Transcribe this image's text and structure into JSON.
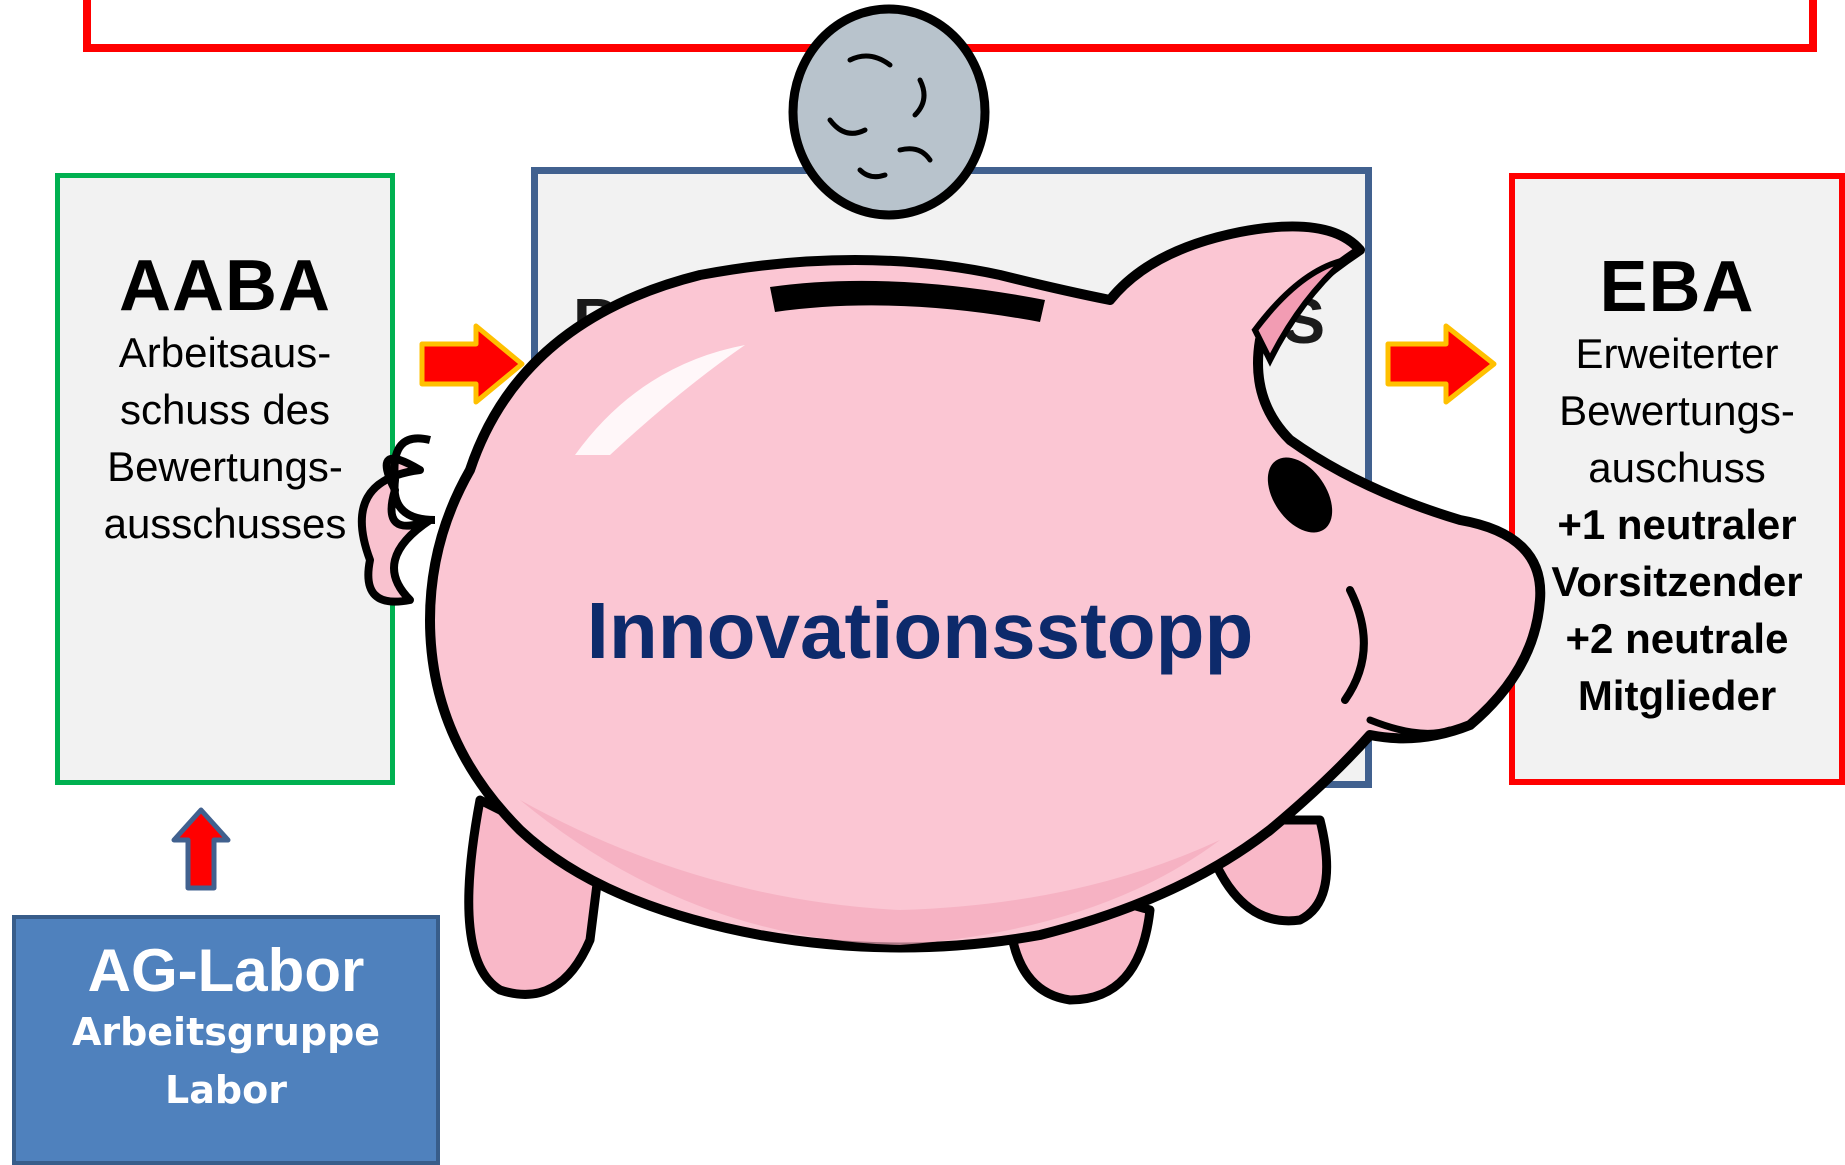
{
  "boxes": {
    "aaba": {
      "title": "AABA",
      "lines": [
        "Arbeitsaus-",
        "schuss des",
        "Bewertungs-",
        "ausschusses"
      ]
    },
    "middle": {
      "visible_left": "B",
      "visible_right": "S"
    },
    "eba": {
      "title": "EBA",
      "lines": [
        "Erweiterter",
        "Bewertungs-",
        "auschuss"
      ],
      "bold_lines": [
        "+1 neutraler",
        "Vorsitzender",
        "+2 neutrale",
        "Mitglieder"
      ]
    },
    "ag_labor": {
      "title": "AG-Labor",
      "lines": [
        "Arbeitsgruppe",
        "Labor"
      ]
    }
  },
  "overlay": {
    "label": "Innovationsstopp",
    "icons": [
      "coin-icon",
      "piggy-bank-icon"
    ]
  },
  "colors": {
    "aaba_border": "#00b050",
    "eba_border": "#ff0000",
    "middle_border": "#41618f",
    "banner_border": "#ff0000",
    "ag_fill": "#4f81bd",
    "arrow_fill": "#ff0000",
    "arrow_outline": "#ffc000",
    "pig_fill": "#fbc6d3",
    "label_color": "#0d2a6b"
  }
}
